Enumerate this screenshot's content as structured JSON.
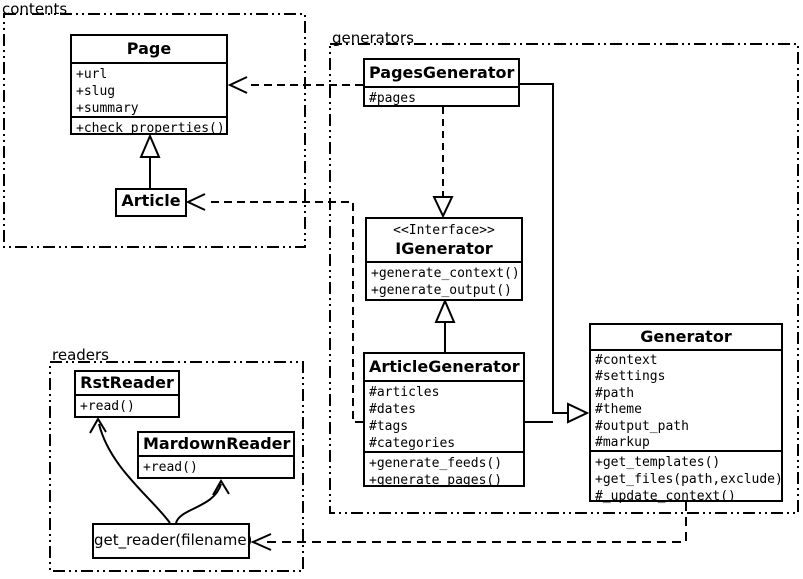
{
  "diagram": {
    "packages": {
      "contents": {
        "label": "contents"
      },
      "generators": {
        "label": "generators"
      },
      "readers": {
        "label": "readers"
      }
    },
    "classes": {
      "page": {
        "title": "Page",
        "attributes": [
          "+url",
          "+slug",
          "+summary"
        ],
        "methods": [
          "+check_properties()"
        ]
      },
      "article": {
        "title": "Article"
      },
      "pages_generator": {
        "title": "PagesGenerator",
        "attributes": [
          "#pages"
        ]
      },
      "igenerator": {
        "stereotype": "<<Interface>>",
        "title": "IGenerator",
        "methods": [
          "+generate_context()",
          "+generate_output()"
        ]
      },
      "article_generator": {
        "title": "ArticleGenerator",
        "attributes": [
          "#articles",
          "#dates",
          "#tags",
          "#categories"
        ],
        "methods": [
          "+generate_feeds()",
          "+generate_pages()"
        ]
      },
      "generator": {
        "title": "Generator",
        "attributes": [
          "#context",
          "#settings",
          "#path",
          "#theme",
          "#output_path",
          "#markup"
        ],
        "methods": [
          "+get_templates()",
          "+get_files(path,exclude)",
          "#_update_context()"
        ]
      },
      "rst_reader": {
        "title": "RstReader",
        "methods": [
          "+read()"
        ]
      },
      "mardown_reader": {
        "title": "MardownReader",
        "methods": [
          "+read()"
        ]
      },
      "get_reader": {
        "label": "get_reader(filename)"
      }
    },
    "colors": {
      "line": "#000000",
      "background": "#ffffff",
      "box_fill": "#ffffff"
    }
  }
}
